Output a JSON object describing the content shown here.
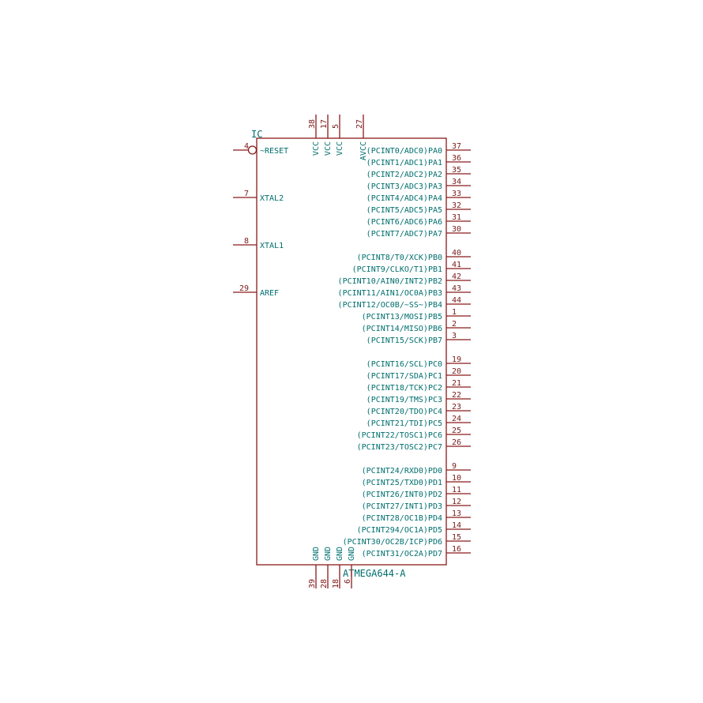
{
  "component": {
    "reference": "IC",
    "value": "ATMEGA644-A",
    "colors": {
      "body": "#8b1a1a",
      "text": "#006e6e",
      "pin_number": "#7a1a1a"
    }
  },
  "left_pins": [
    {
      "name": "~RESET",
      "number": "4",
      "inverted": true
    },
    {
      "name": "XTAL2",
      "number": "7"
    },
    {
      "name": "XTAL1",
      "number": "8"
    },
    {
      "name": "AREF",
      "number": "29"
    }
  ],
  "top_pins": [
    {
      "name": "VCC",
      "number": "38"
    },
    {
      "name": "VCC",
      "number": "17"
    },
    {
      "name": "VCC",
      "number": "5"
    },
    {
      "name": "AVCC",
      "number": "27"
    }
  ],
  "bottom_pins": [
    {
      "name": "GND",
      "number": "39"
    },
    {
      "name": "GND",
      "number": "28"
    },
    {
      "name": "GND",
      "number": "18"
    },
    {
      "name": "GND",
      "number": "6"
    }
  ],
  "right_pins": [
    {
      "name": "(PCINT0/ADC0)PA0",
      "number": "37"
    },
    {
      "name": "(PCINT1/ADC1)PA1",
      "number": "36"
    },
    {
      "name": "(PCINT2/ADC2)PA2",
      "number": "35"
    },
    {
      "name": "(PCINT3/ADC3)PA3",
      "number": "34"
    },
    {
      "name": "(PCINT4/ADC4)PA4",
      "number": "33"
    },
    {
      "name": "(PCINT5/ADC5)PA5",
      "number": "32"
    },
    {
      "name": "(PCINT6/ADC6)PA6",
      "number": "31"
    },
    {
      "name": "(PCINT7/ADC7)PA7",
      "number": "30"
    },
    {
      "name": "(PCINT8/T0/XCK)PB0",
      "number": "40"
    },
    {
      "name": "(PCINT9/CLKO/T1)PB1",
      "number": "41"
    },
    {
      "name": "(PCINT10/AIN0/INT2)PB2",
      "number": "42"
    },
    {
      "name": "(PCINT11/AIN1/OC0A)PB3",
      "number": "43"
    },
    {
      "name": "(PCINT12/OC0B/~SS~)PB4",
      "number": "44"
    },
    {
      "name": "(PCINT13/MOSI)PB5",
      "number": "1"
    },
    {
      "name": "(PCINT14/MISO)PB6",
      "number": "2"
    },
    {
      "name": "(PCINT15/SCK)PB7",
      "number": "3"
    },
    {
      "name": "(PCINT16/SCL)PC0",
      "number": "19"
    },
    {
      "name": "(PCINT17/SDA)PC1",
      "number": "20"
    },
    {
      "name": "(PCINT18/TCK)PC2",
      "number": "21"
    },
    {
      "name": "(PCINT19/TMS)PC3",
      "number": "22"
    },
    {
      "name": "(PCINT20/TDO)PC4",
      "number": "23"
    },
    {
      "name": "(PCINT21/TDI)PC5",
      "number": "24"
    },
    {
      "name": "(PCINT22/TOSC1)PC6",
      "number": "25"
    },
    {
      "name": "(PCINT23/TOSC2)PC7",
      "number": "26"
    },
    {
      "name": "(PCINT24/RXD0)PD0",
      "number": "9"
    },
    {
      "name": "(PCINT25/TXD0)PD1",
      "number": "10"
    },
    {
      "name": "(PCINT26/INT0)PD2",
      "number": "11"
    },
    {
      "name": "(PCINT27/INT1)PD3",
      "number": "12"
    },
    {
      "name": "(PCINT28/OC1B)PD4",
      "number": "13"
    },
    {
      "name": "(PCINT294/OC1A)PD5",
      "number": "14"
    },
    {
      "name": "(PCINT30/OC2B/ICP)PD6",
      "number": "15"
    },
    {
      "name": "(PCINT31/OC2A)PD7",
      "number": "16"
    }
  ]
}
